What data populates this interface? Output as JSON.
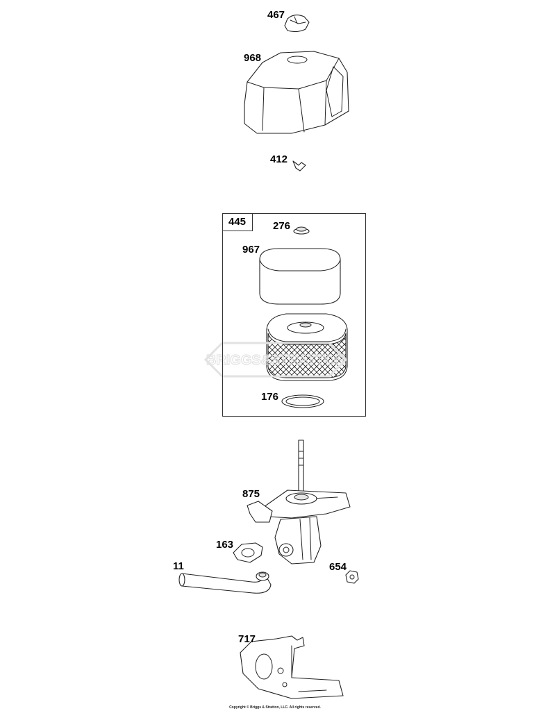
{
  "kit": {
    "label": "445"
  },
  "parts": {
    "p467": "467",
    "p968": "968",
    "p412": "412",
    "p276": "276",
    "p967": "967",
    "p176": "176",
    "p875": "875",
    "p163": "163",
    "p11": "11",
    "p654": "654",
    "p717": "717"
  },
  "watermark": {
    "text": "BRIGGS&STRATTON"
  },
  "copyright": "Copyright © Briggs & Stratton, LLC. All rights reserved."
}
